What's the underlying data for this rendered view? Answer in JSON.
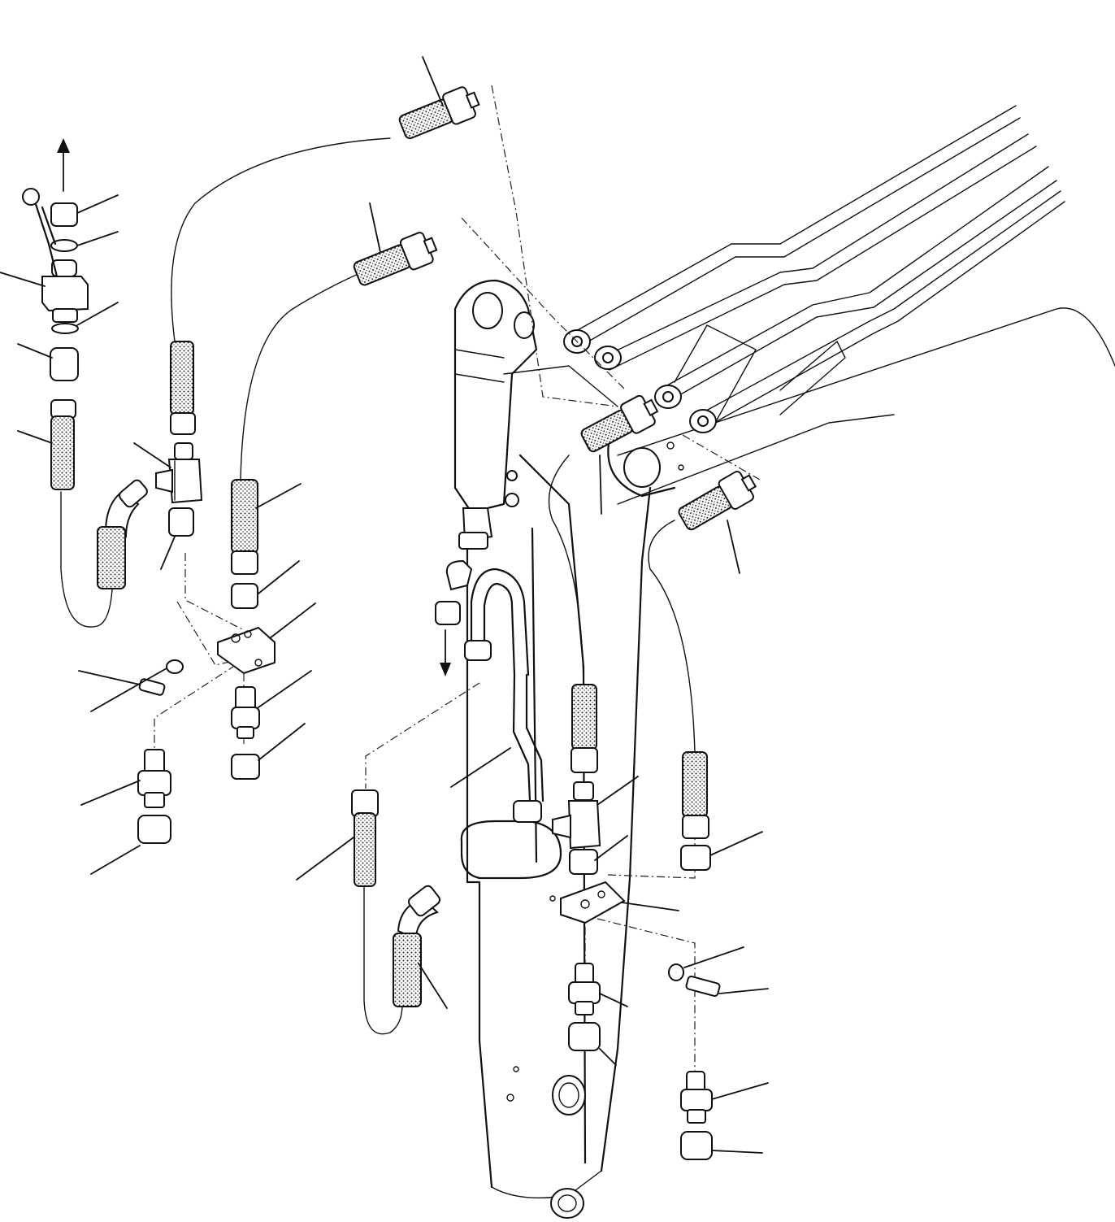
{
  "figure": {
    "background": "#ffffff",
    "ink": "#111111"
  },
  "callouts": [
    "leader-top-nut",
    "leader-oring-top",
    "leader-valve",
    "leader-oring-mid",
    "leader-nut-mid",
    "leader-hose-left",
    "leader-tee-left",
    "leader-nut-left",
    "leader-hose-top",
    "leader-hose-upper",
    "leader-hose-mid",
    "leader-washer",
    "leader-bracket-left",
    "leader-bolt-left",
    "leader-lockwasher-left",
    "leader-union-left",
    "leader-nut-lower-left",
    "leader-adapter-left",
    "leader-nut-bottom-left",
    "leader-hose-lower",
    "leader-pipe",
    "leader-tee-right",
    "leader-nut-right",
    "leader-bracket-right",
    "leader-elbow-hose",
    "leader-lockwasher-right",
    "leader-bolt-right",
    "leader-adapter-right",
    "leader-nut-right-low",
    "leader-union-right",
    "leader-nut-bottom-right",
    "leader-hose-right-top",
    "leader-hose-right",
    "leader-nut-far-right"
  ],
  "icons": {
    "flow-arrow-up": "arrow-up-icon",
    "flow-arrow-down": "arrow-down-icon"
  }
}
